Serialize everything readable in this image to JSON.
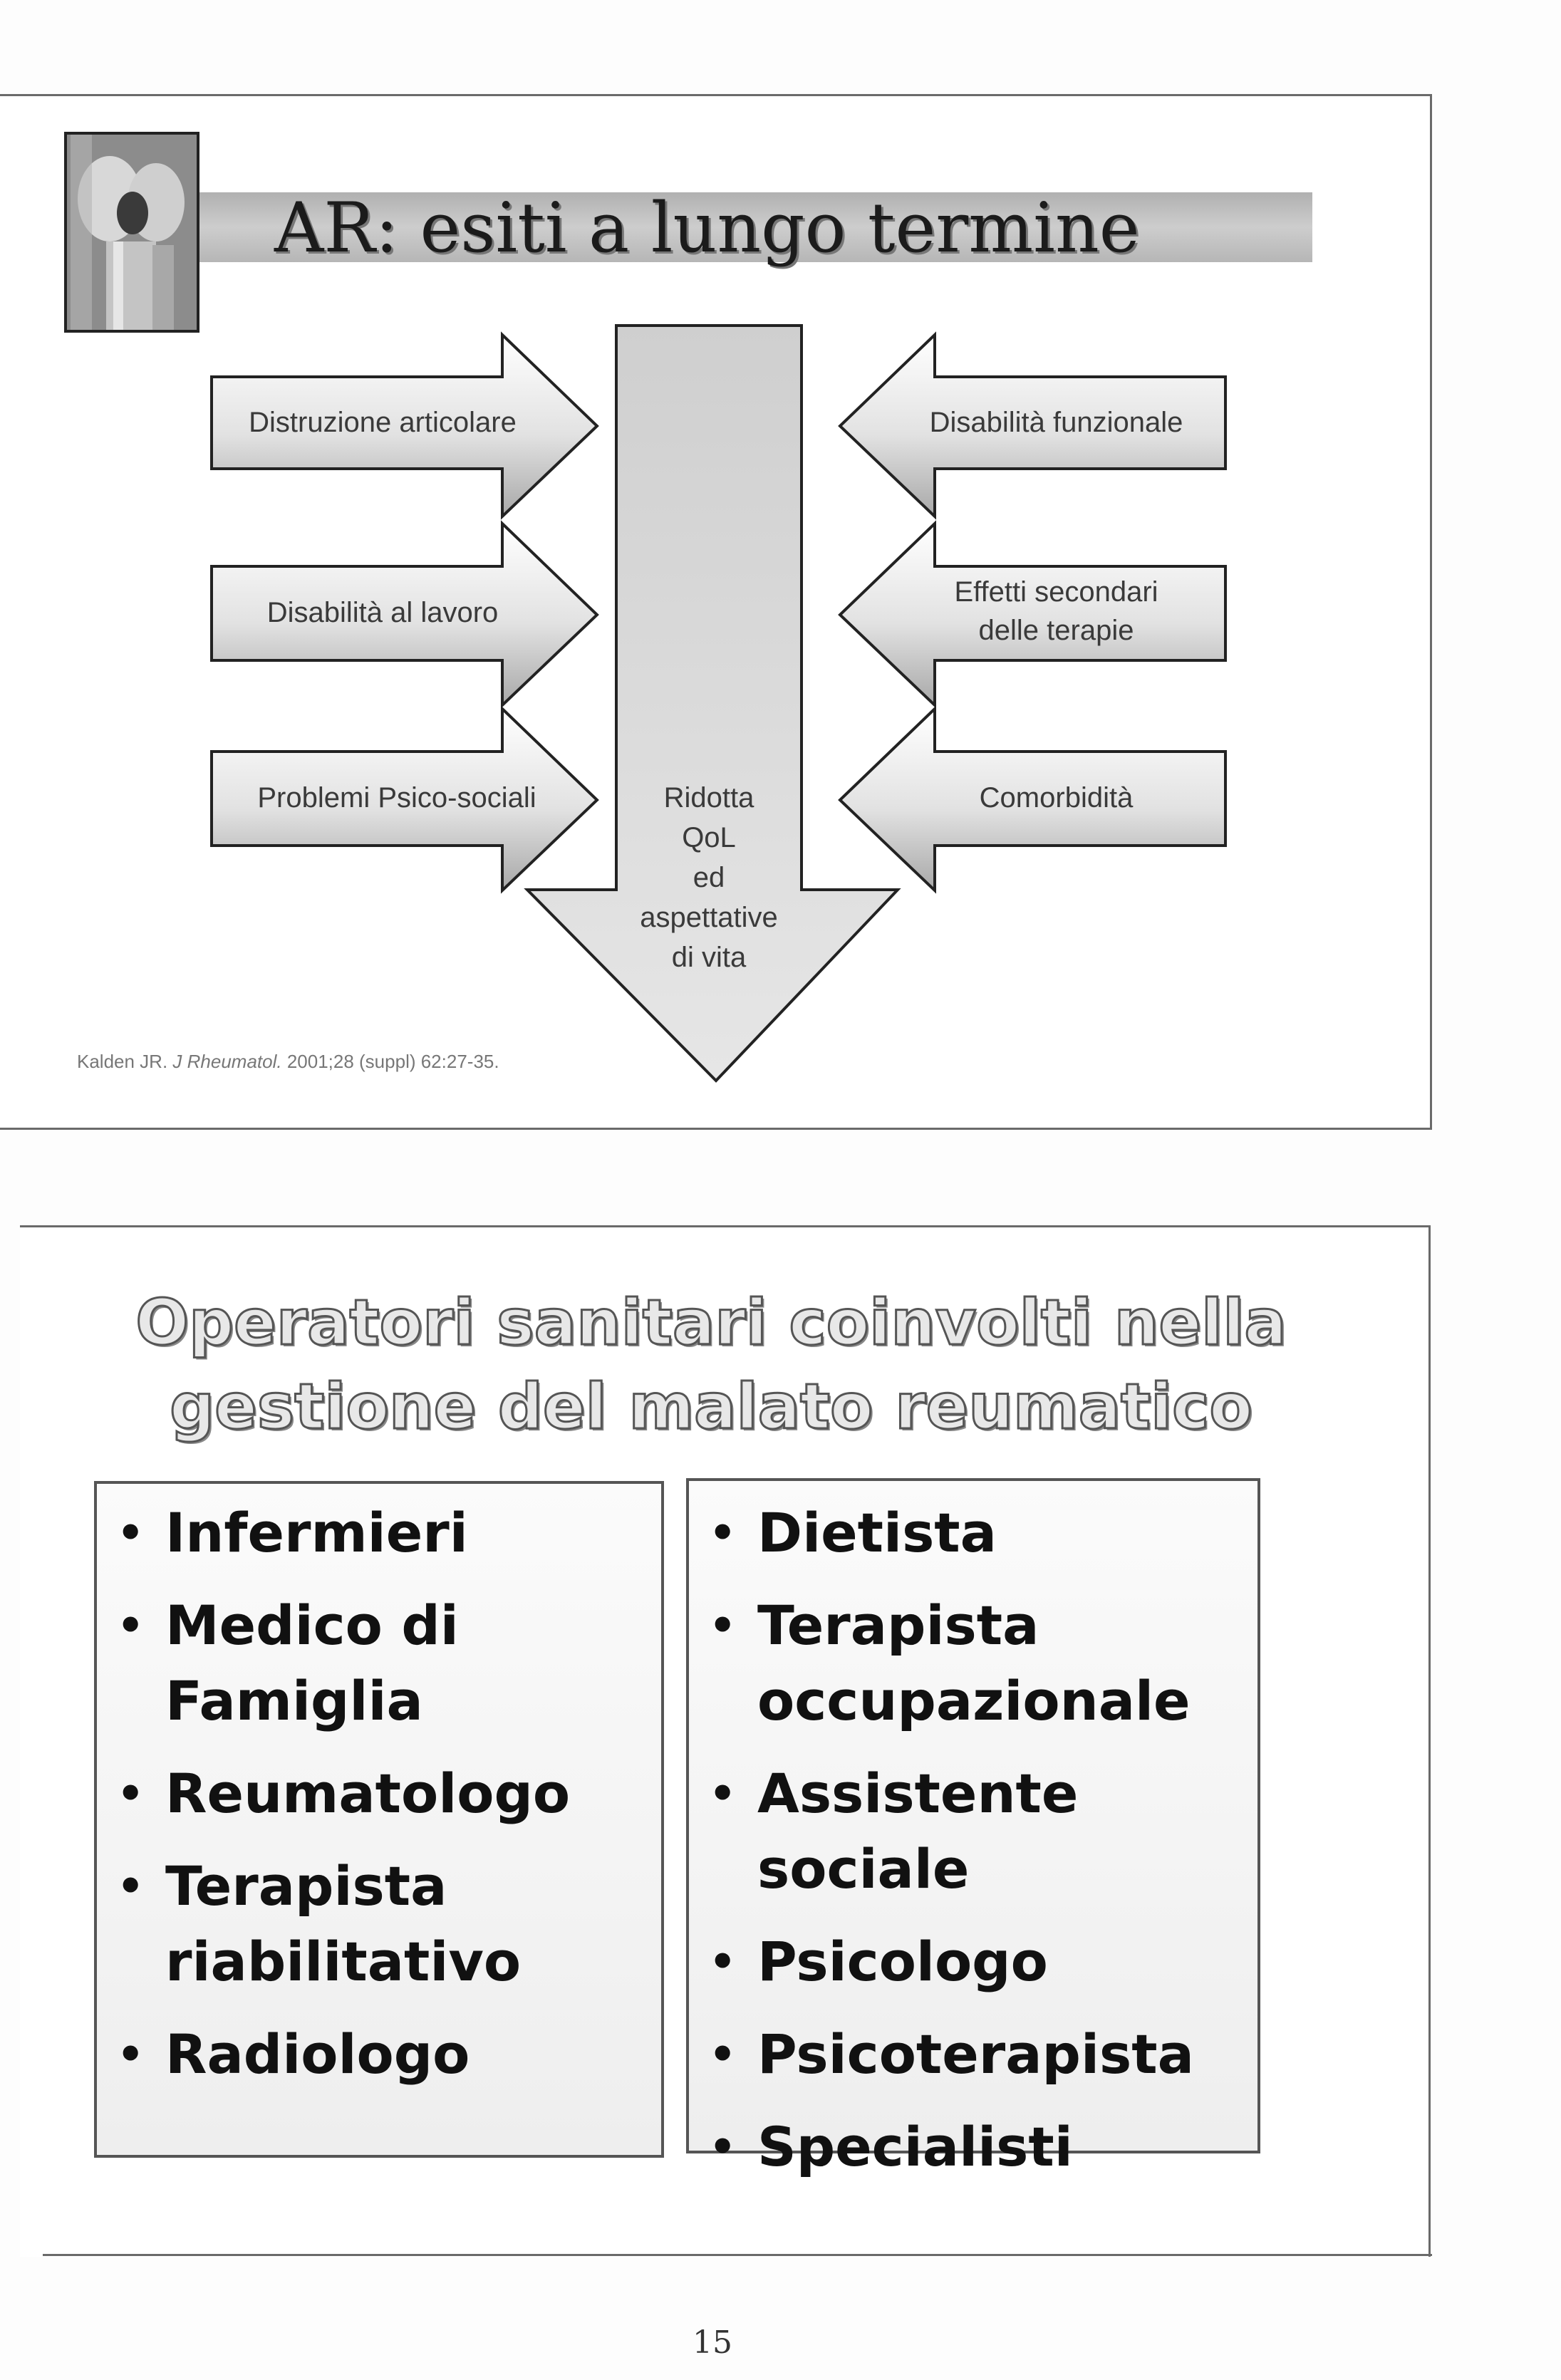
{
  "slide1": {
    "title": "AR: esiti a lungo termine",
    "left_arrows": [
      "Distruzione articolare",
      "Disabilità al lavoro",
      "Problemi Psico-sociali"
    ],
    "right_arrows": [
      {
        "lines": [
          "Disabilità funzionale"
        ]
      },
      {
        "lines": [
          "Effetti secondari",
          "delle terapie"
        ]
      },
      {
        "lines": [
          "Comorbidità"
        ]
      }
    ],
    "center_arrow_lines": [
      "Ridotta",
      "QoL",
      "ed",
      "aspettative",
      "di vita"
    ],
    "citation_pre": "Kalden JR. ",
    "citation_journal": "J Rheumatol.",
    "citation_post": " 2001;28 (suppl) 62:27-35."
  },
  "slide2": {
    "title_line1": "Operatori sanitari coinvolti nella",
    "title_line2": "gestione del malato reumatico",
    "left_items": [
      [
        "Infermieri"
      ],
      [
        "Medico di",
        "Famiglia"
      ],
      [
        "Reumatologo"
      ],
      [
        "Terapista",
        "riabilitativo"
      ],
      [
        "Radiologo"
      ]
    ],
    "right_items": [
      [
        "Dietista"
      ],
      [
        "Terapista",
        "occupazionale"
      ],
      [
        "Assistente sociale"
      ],
      [
        "Psicologo"
      ],
      [
        "Psicoterapista"
      ],
      [
        "Specialisti"
      ]
    ]
  },
  "page_number": "15"
}
